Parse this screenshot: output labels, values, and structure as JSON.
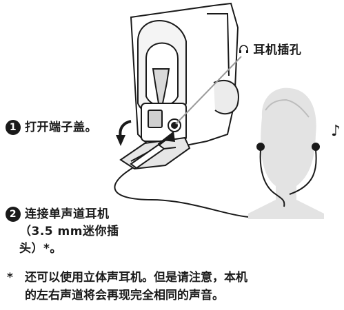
{
  "labels": {
    "jack": "耳机插孔",
    "step1_number": "1",
    "step1_text": "打开端子盖。",
    "step2_number": "2",
    "step2_line1": "连接单声道耳机",
    "step2_line2": "（3.5 mm迷你插",
    "step2_line3": "头）*。"
  },
  "footnote": {
    "mark": "*",
    "line1": "还可以使用立体声耳机。但是请注意，本机",
    "line2": "的左右声道将会再现完全相同的声音。"
  },
  "icons": [
    "headphone-icon",
    "music-note-icon",
    "arrow-icon"
  ],
  "colors": {
    "ink": "#1a1a1a",
    "head_fill": "#e3e3e3",
    "body_fill": "#f0f0f0"
  }
}
